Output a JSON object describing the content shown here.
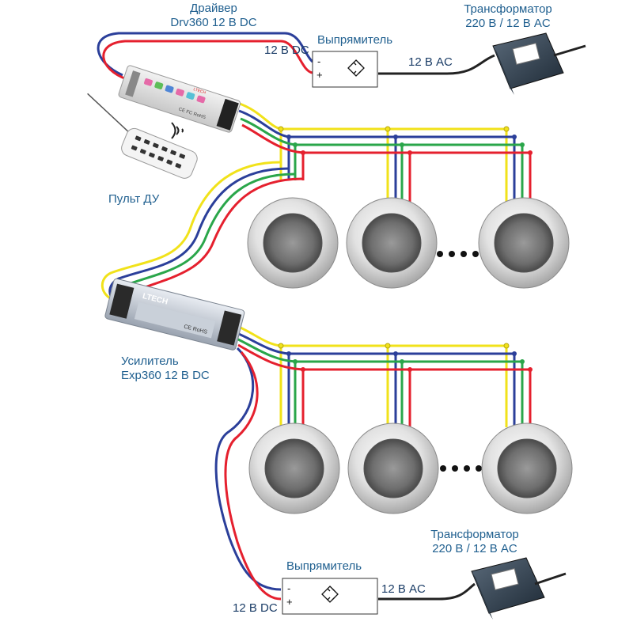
{
  "labels": {
    "driver_line1": "Драйвер",
    "driver_line2": "Drv360 12 В DC",
    "rectifier_top": "Выпрямитель",
    "transformer_top_line1": "Трансформатор",
    "transformer_top_line2": "220 В / 12 В AC",
    "dc_top": "12 В DC",
    "ac_top": "12 В AC",
    "remote": "Пульт ДУ",
    "amplifier_line1": "Усилитель",
    "amplifier_line2": "Exp360 12 В DC",
    "rectifier_bottom": "Выпрямитель",
    "transformer_bottom_line1": "Трансформатор",
    "transformer_bottom_line2": "220 В / 12 В AC",
    "dc_bottom": "12 В DC",
    "ac_bottom": "12 В AC",
    "minus": "-",
    "plus": "+"
  },
  "device_print": {
    "driver_brand": "LTECH",
    "driver_cert": "CE FC RoHS",
    "amplifier_brand": "LTECH",
    "amplifier_cert": "CE RoHS"
  },
  "colors": {
    "yellow": "#f1e21a",
    "blue": "#2b3f9a",
    "green": "#2aa64a",
    "red": "#e5202e",
    "label": "#1f5f8f"
  },
  "icons": [
    "led-pool-light-icon",
    "remote-control-icon",
    "transformer-icon",
    "rectifier-icon",
    "wireless-signal-icon"
  ]
}
